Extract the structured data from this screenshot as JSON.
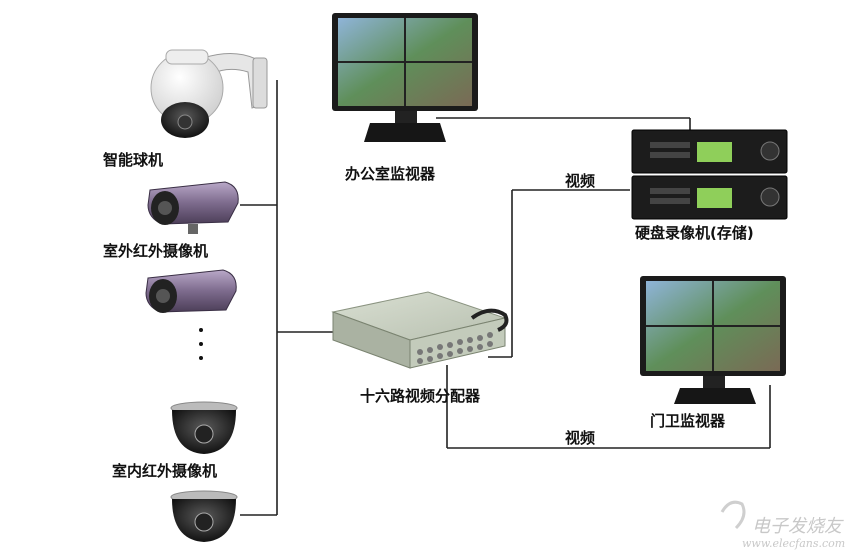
{
  "labels": {
    "ptz_camera": "智能球机",
    "outdoor_ir_camera": "室外红外摄像机",
    "indoor_ir_camera": "室内红外摄像机",
    "office_monitor": "办公室监视器",
    "dvr": "硬盘录像机(存储)",
    "distributor": "十六路视频分配器",
    "gate_monitor": "门卫监视器",
    "video_top": "视频",
    "video_bottom": "视频"
  },
  "watermark": {
    "brand": "电子发烧友",
    "url": "www.elecfans.com"
  }
}
